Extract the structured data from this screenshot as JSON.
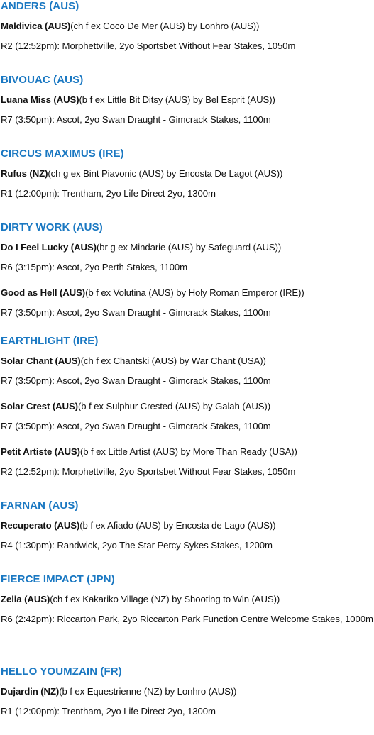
{
  "sires": [
    {
      "name": "ANDERS (AUS)",
      "progeny": [
        {
          "horse": "Maldivica (AUS)",
          "pedigree": "(ch f ex Coco De Mer (AUS) by Lonhro (AUS))",
          "race": "R2 (12:52pm): Morphettville, 2yo Sportsbet Without Fear Stakes, 1050m"
        }
      ]
    },
    {
      "name": "BIVOUAC (AUS)",
      "progeny": [
        {
          "horse": "Luana Miss (AUS)",
          "pedigree": "(b f ex Little Bit Ditsy (AUS) by Bel Esprit (AUS))",
          "race": "R7 (3:50pm): Ascot, 2yo Swan Draught - Gimcrack Stakes, 1100m"
        }
      ]
    },
    {
      "name": "CIRCUS MAXIMUS (IRE)",
      "progeny": [
        {
          "horse": "Rufus (NZ)",
          "pedigree": "(ch g ex Bint Piavonic (AUS) by Encosta De Lagot (AUS))",
          "race": "R1 (12:00pm): Trentham, 2yo Life Direct 2yo, 1300m"
        }
      ]
    },
    {
      "name": "DIRTY WORK (AUS)",
      "progeny": [
        {
          "horse": "Do I Feel Lucky (AUS)",
          "pedigree": "(br g ex Mindarie (AUS) by Safeguard (AUS))",
          "race": "R6 (3:15pm): Ascot, 2yo Perth Stakes, 1100m"
        },
        {
          "horse": "Good as Hell (AUS)",
          "pedigree": "(b f ex Volutina (AUS) by Holy Roman Emperor (IRE))",
          "race": "R7 (3:50pm): Ascot, 2yo Swan Draught - Gimcrack Stakes, 1100m"
        }
      ]
    },
    {
      "name": "EARTHLIGHT (IRE)",
      "progeny": [
        {
          "horse": "Solar Chant (AUS)",
          "pedigree": "(ch f ex Chantski (AUS) by War Chant (USA))",
          "race": "R7 (3:50pm): Ascot, 2yo Swan Draught - Gimcrack Stakes, 1100m"
        },
        {
          "horse": "Solar Crest (AUS)",
          "pedigree": "(b f ex Sulphur Crested (AUS) by Galah (AUS))",
          "race": "R7 (3:50pm): Ascot, 2yo Swan Draught - Gimcrack Stakes, 1100m"
        },
        {
          "horse": "Petit Artiste (AUS)",
          "pedigree": "(b f ex Little Artist (AUS) by More Than Ready (USA))",
          "race": "R2 (12:52pm): Morphettville, 2yo Sportsbet Without Fear Stakes, 1050m"
        }
      ]
    },
    {
      "name": "FARNAN (AUS)",
      "progeny": [
        {
          "horse": "Recuperato (AUS)",
          "pedigree": "(b f ex Afiado (AUS) by Encosta de Lago (AUS))",
          "race": "R4 (1:30pm): Randwick, 2yo The Star Percy Sykes Stakes, 1200m"
        }
      ]
    },
    {
      "name": "FIERCE IMPACT (JPN)",
      "progeny": [
        {
          "horse": "Zelia (AUS)",
          "pedigree": "(ch f ex Kakariko Village (NZ) by Shooting to Win (AUS))",
          "race": "R6 (2:42pm): Riccarton Park, 2yo Riccarton Park Function Centre Welcome Stakes, 1000m"
        }
      ]
    },
    {
      "name": "HELLO YOUMZAIN (FR)",
      "progeny": [
        {
          "horse": "Dujardin (NZ)",
          "pedigree": "(b f ex Equestrienne (NZ) by Lonhro (AUS))",
          "race": "R1 (12:00pm): Trentham, 2yo Life Direct 2yo, 1300m"
        }
      ]
    }
  ]
}
